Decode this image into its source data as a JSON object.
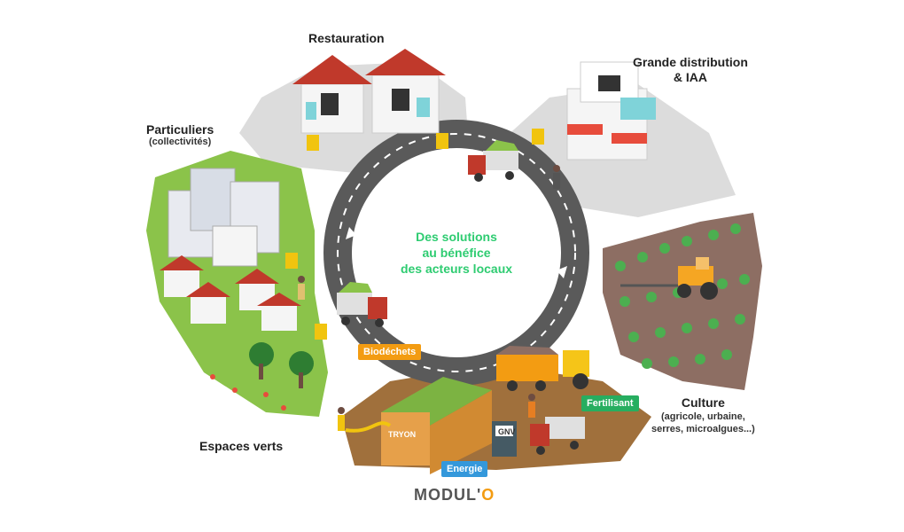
{
  "center": {
    "line1": "Des solutions",
    "line2": "au bénéfice",
    "line3": "des acteurs locaux"
  },
  "sectors": {
    "restauration": "Restauration",
    "grande_distribution_line1": "Grande distribution",
    "grande_distribution_line2": "& IAA",
    "particuliers": "Particuliers",
    "particuliers_sub": "(collectivités)",
    "espaces_verts": "Espaces verts",
    "culture": "Culture",
    "culture_sub1": "(agricole, urbaine,",
    "culture_sub2": "serres, microalgues...)"
  },
  "tags": {
    "biodechets": "Biodéchets",
    "fertilisant": "Fertilisant",
    "energie": "Energie"
  },
  "signs": {
    "gnv": "GNV",
    "container": "TRYON"
  },
  "logo": {
    "prefix": "MODUL'",
    "suffix": "O"
  },
  "colors": {
    "center_text": "#2ecc71",
    "biodechets": "#f39c12",
    "fertilisant": "#27ae60",
    "energie": "#3498db",
    "road": "#5a5a5a",
    "green_area": "#8bc34a",
    "earth": "#a0703c",
    "grey_area": "#e0e0e0"
  }
}
